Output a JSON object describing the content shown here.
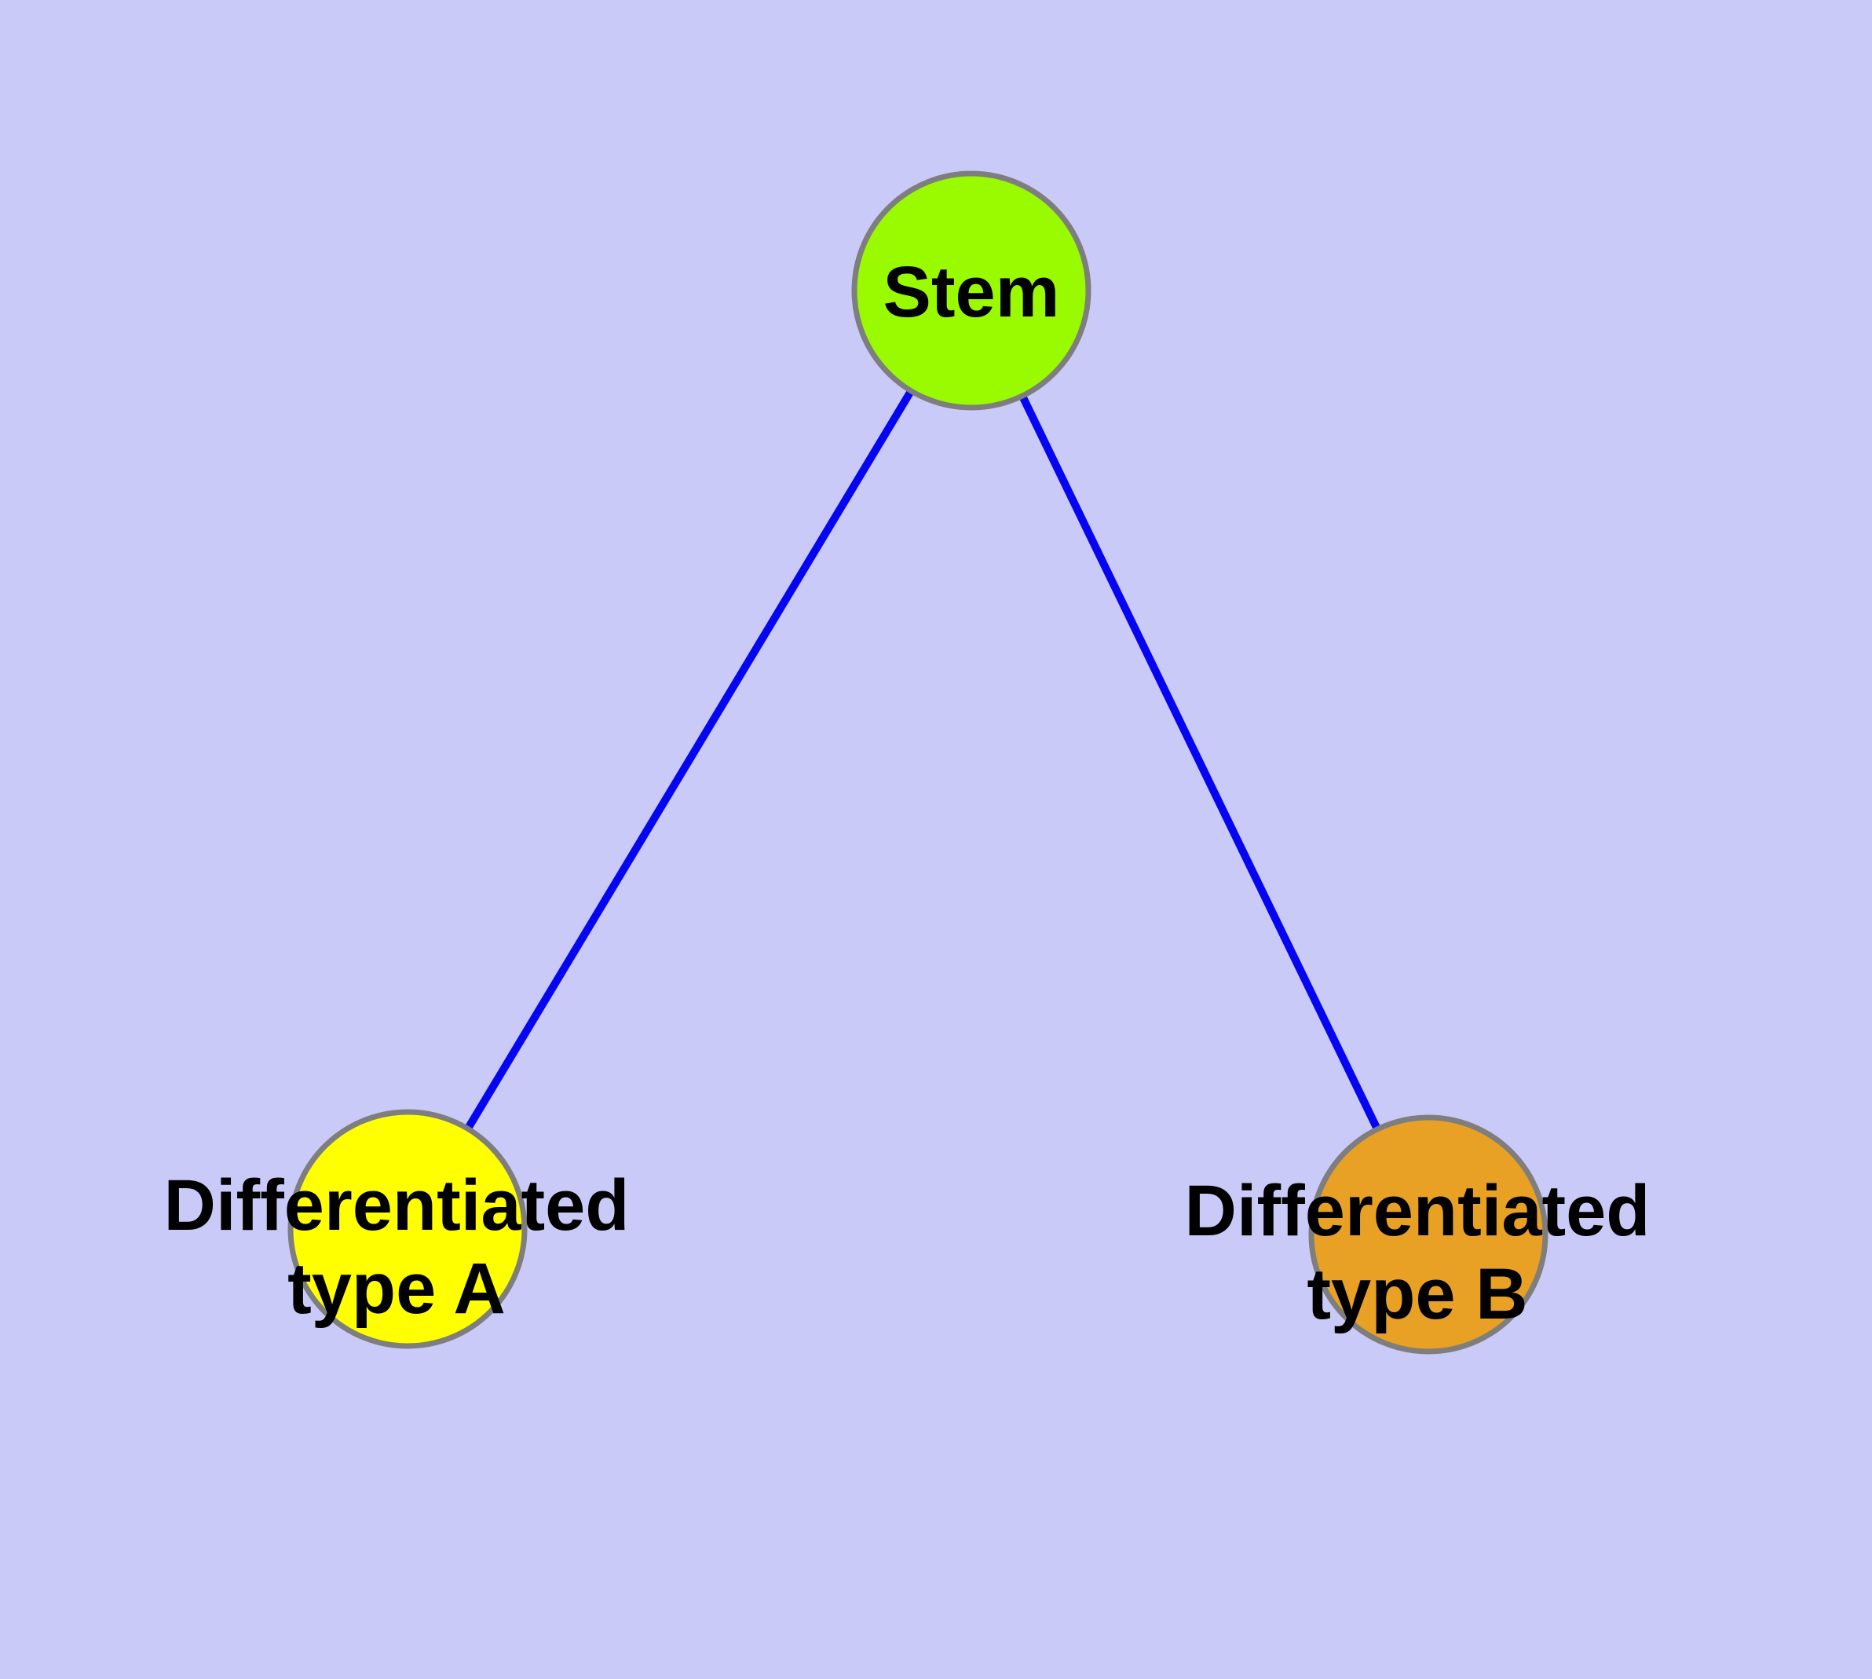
{
  "diagram": {
    "type": "node-link-graph",
    "background_color": "#CACAF8",
    "edge_color": "#0505F2",
    "node_border_color": "#7E7E7E",
    "label_color": "#000000",
    "nodes": [
      {
        "id": "stem",
        "label": "Stem",
        "color": "#9AFB00"
      },
      {
        "id": "differentiated-type-a",
        "label_line1": "Differentiated",
        "label_line2": "type A",
        "color": "#FFFF00"
      },
      {
        "id": "differentiated-type-b",
        "label_line1": "Differentiated",
        "label_line2": "type B",
        "color": "#E8A124"
      }
    ],
    "edges": [
      {
        "from": "Stem",
        "to": "Differentiated type A"
      },
      {
        "from": "Stem",
        "to": "Differentiated type B"
      }
    ]
  }
}
